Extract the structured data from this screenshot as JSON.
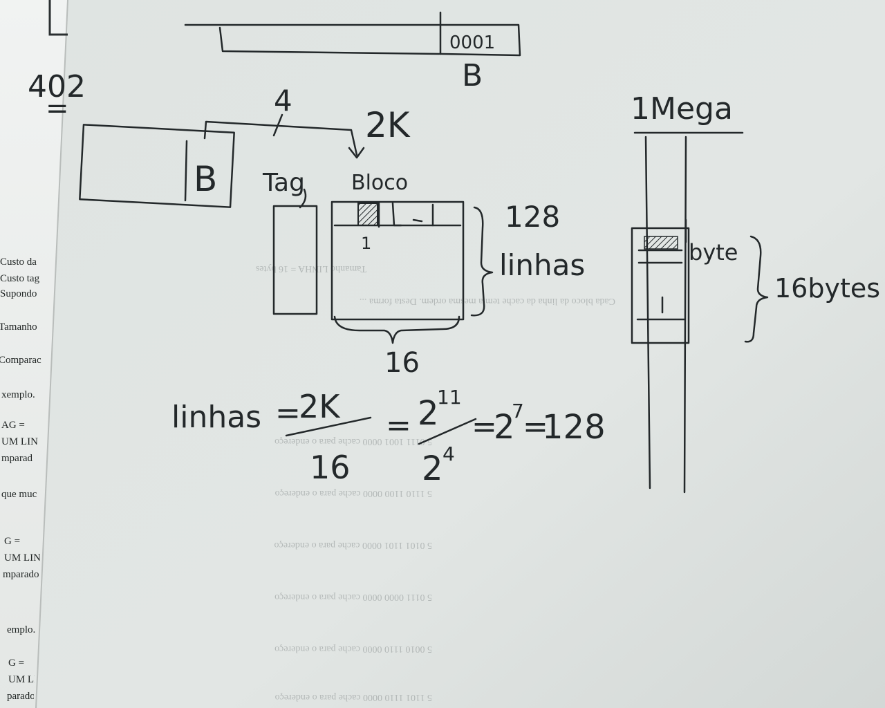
{
  "left_sheet": {
    "lines": [
      "Custo da",
      "Custo tag",
      "Supondo",
      "Tamanho",
      "Comparac",
      "xemplo.",
      "AG =",
      "UM LIN",
      "mparad",
      "que muc",
      "G =",
      "UM LIN",
      "mparado",
      "emplo.",
      "G =",
      "UM LIN",
      "parado"
    ],
    "top_scribble": "402",
    "top_scribble_2": "="
  },
  "notes": {
    "address_field": "0001",
    "address_label": "B",
    "field_label": "B",
    "offset_bits": "4",
    "cache_size": "2K",
    "tag_label": "Tag",
    "block_label": "Bloco",
    "block_index": "1",
    "rows_count": "128",
    "rows_label": "linhas",
    "block_width": "16",
    "memory_size": "1Mega",
    "byte_label": "byte",
    "bytes_label": "16bytes",
    "formula": {
      "lhs": "linhas",
      "eq1": "=",
      "num": "2K",
      "den": "16",
      "eq2": "=",
      "num2": "2",
      "num2_exp": "11",
      "den2": "2",
      "den2_exp": "4",
      "eq3": "=",
      "base3": "2",
      "exp3": "7",
      "eq4": "=",
      "result": "128"
    }
  },
  "colors": {
    "background": "#c9ccc8",
    "paper_left": "#e9ecea",
    "paper_main": "#dfe3e1",
    "ink": "#23282a"
  }
}
